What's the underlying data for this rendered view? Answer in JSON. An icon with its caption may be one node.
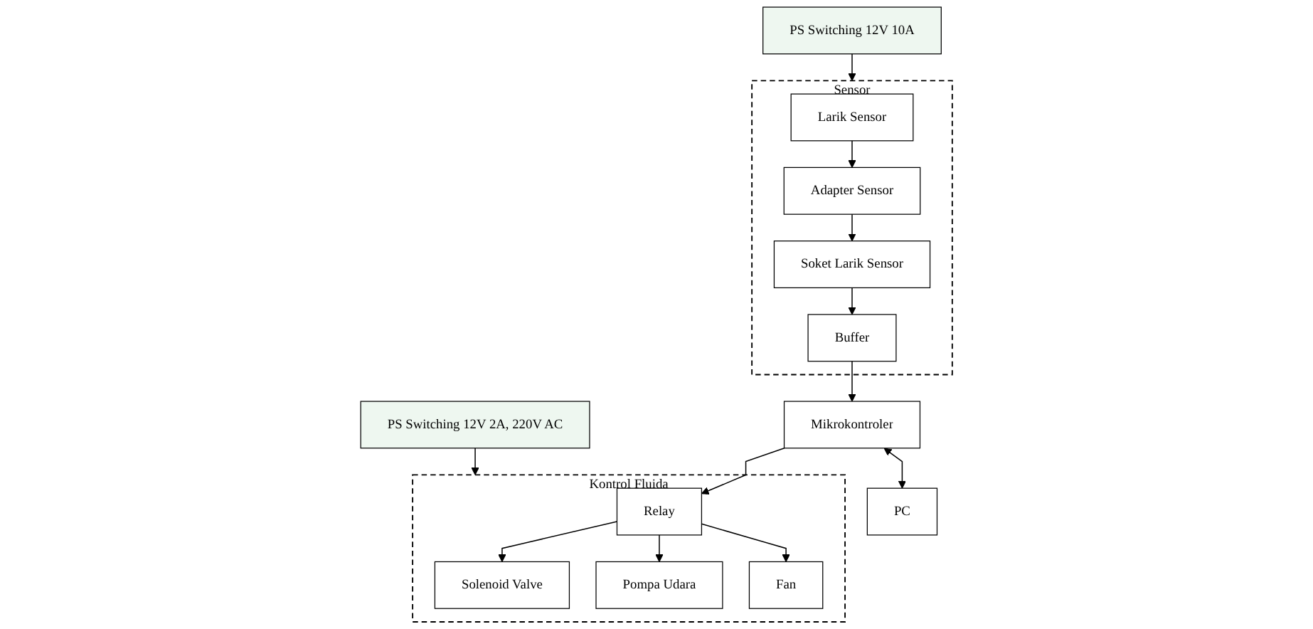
{
  "diagram": {
    "nodes": [
      {
        "text": [
          "PS Switching 12V 10A"
        ]
      },
      {
        "text": [
          "PS Switching 12V 2A, 220V AC"
        ]
      },
      {
        "text": [
          "Sensor"
        ]
      },
      {
        "text": [
          "Larik Sensor"
        ],
        "in": 2
      },
      {
        "text": [
          "Adapter Sensor"
        ],
        "in": 2
      },
      {
        "text": [
          "Soket Larik Sensor"
        ],
        "in": 2
      },
      {
        "text": [
          "Buffer"
        ],
        "in": 2
      },
      {
        "text": [
          "Kontrol Fluida"
        ]
      },
      {
        "text": [
          "Relay"
        ],
        "in": 7
      },
      {
        "text": [
          "Solenoid Valve"
        ],
        "in": 7
      },
      {
        "text": [
          "Pompa Udara"
        ],
        "in": 7
      },
      {
        "text": [
          "Fan"
        ],
        "in": 7
      },
      {
        "text": [
          "Mikrokontroler"
        ]
      },
      {
        "text": [
          "PC"
        ]
      }
    ],
    "edges": [
      {
        "from": 0,
        "to": 2,
        "arrow": "to"
      },
      {
        "from": 1,
        "to": 7,
        "arrow": "to"
      },
      {
        "from": 3,
        "to": 4,
        "arrow": "to"
      },
      {
        "from": 4,
        "to": 5,
        "arrow": "to"
      },
      {
        "from": 5,
        "to": 6,
        "arrow": "to"
      },
      {
        "from": 6,
        "to": 12,
        "arrow": "to"
      },
      {
        "from": 12,
        "to": 8,
        "arrow": "to"
      },
      {
        "from": 8,
        "to": 9,
        "arrow": "to"
      },
      {
        "from": 8,
        "to": 10,
        "arrow": "to"
      },
      {
        "from": 8,
        "to": 11,
        "arrow": "to"
      },
      {
        "from": 12,
        "to": 13,
        "arrow": "both"
      }
    ]
  }
}
